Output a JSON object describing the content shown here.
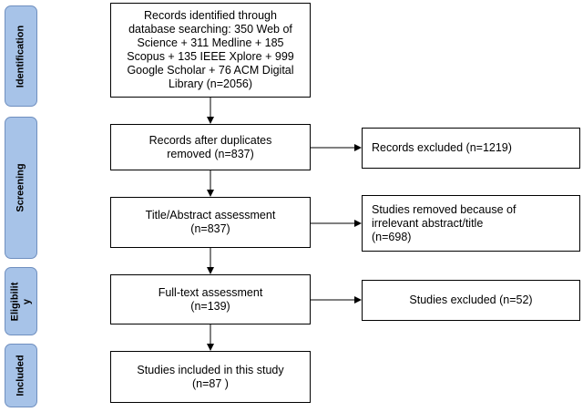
{
  "phases": {
    "identification": "Identification",
    "screening": "Screening",
    "eligibility_line1": "Eligibilit",
    "eligibility_line2": "y",
    "included": "Included"
  },
  "boxes": {
    "identified": [
      "Records identified through",
      "database searching: 350 Web of",
      "Science + 311 Medline + 185",
      "Scopus + 135 IEEE Xplore + 999",
      "Google Scholar + 76 ACM Digital",
      "Library (n=2056)"
    ],
    "after_duplicates": [
      "Records after duplicates",
      "removed (n=837)"
    ],
    "excluded_records": [
      "Records excluded (n=1219)"
    ],
    "title_abstract": [
      "Title/Abstract assessment",
      "(n=837)"
    ],
    "removed_irrelevant": [
      "Studies removed because of",
      "irrelevant abstract/title",
      "(n=698)"
    ],
    "full_text": [
      "Full-text assessment",
      "(n=139)"
    ],
    "studies_excluded": [
      "Studies excluded (n=52)"
    ],
    "included": [
      "Studies included in this study",
      "(n=87 )"
    ]
  }
}
